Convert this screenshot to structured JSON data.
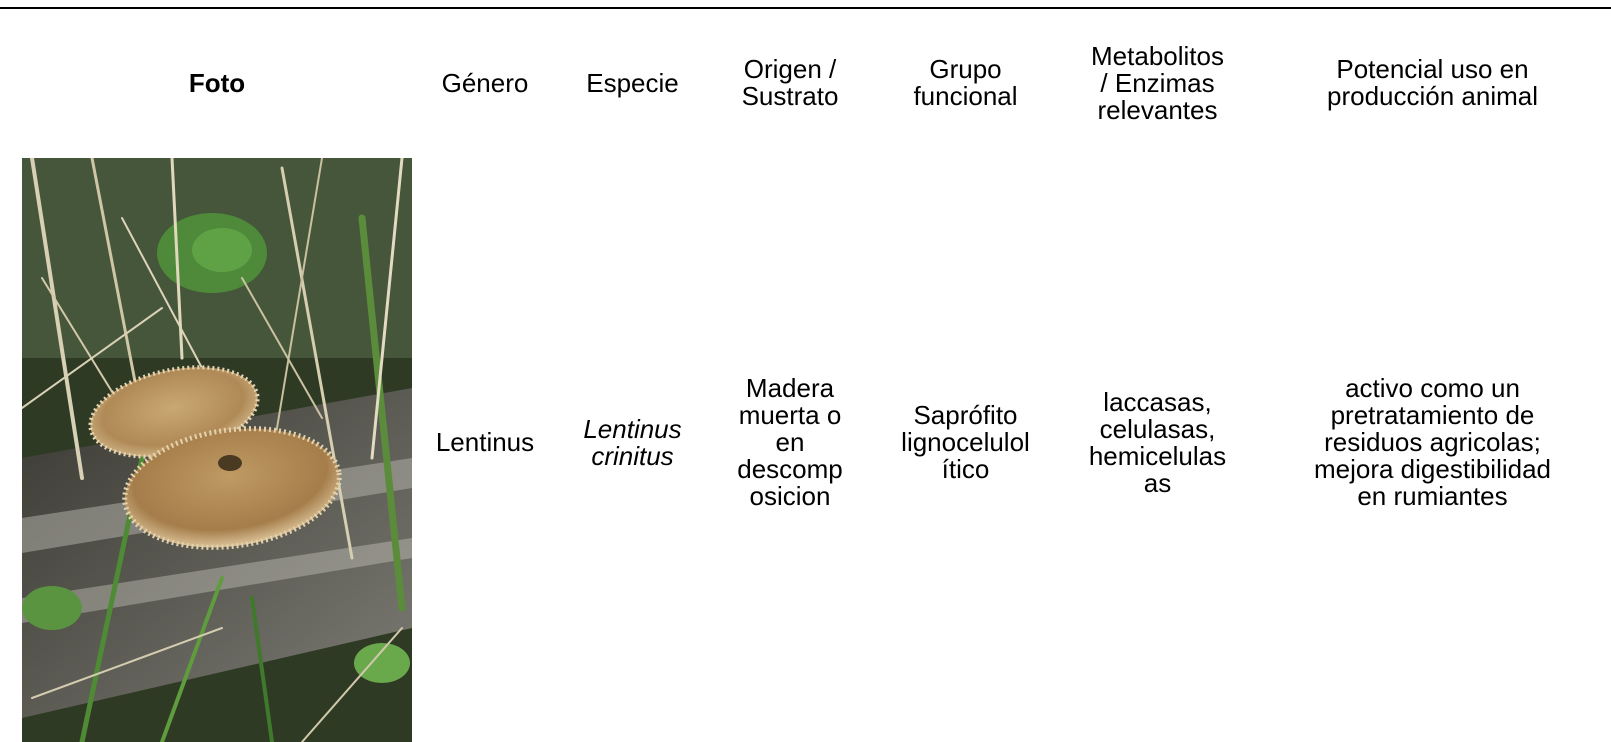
{
  "table": {
    "headers": {
      "foto": "Foto",
      "genero": "Género",
      "especie": "Especie",
      "origen": "Origen /\nSustrato",
      "grupo": "Grupo\nfuncional",
      "metabolitos": "Metabolitos\n/ Enzimas\nrelevantes",
      "potencial": "Potencial uso en\nproducción animal"
    },
    "rows": [
      {
        "genero": "Lentinus",
        "especie": "Lentinus\ncrinitus",
        "origen": "Madera\nmuerta o\nen\ndescomp\nosicion",
        "grupo": "Saprófito\nlignocelulol\nítico",
        "metabolitos": "laccasas,\ncelulasas,\nhemicelulas\nas",
        "potencial": "activo como un\npretratamiento de\nresiduos agricolas;\nmejora digestibilidad\nen rumiantes"
      }
    ]
  },
  "colors": {
    "rule": "#000000",
    "background": "#ffffff"
  },
  "photo": {
    "subject": "lentinus-crinitus-mushroom-photo"
  }
}
